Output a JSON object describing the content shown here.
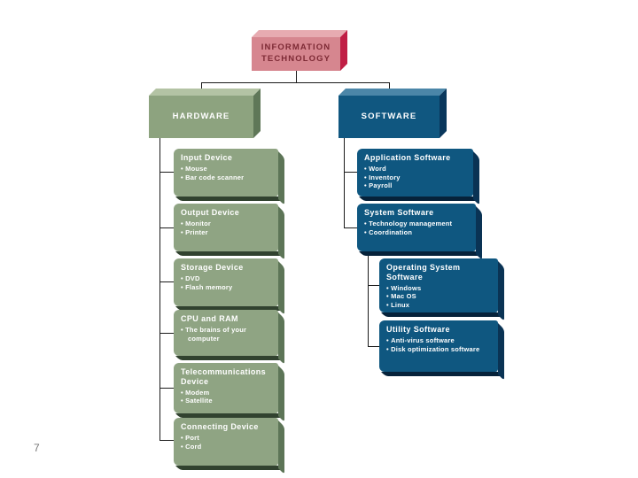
{
  "page_number": "7",
  "root": {
    "line1": "INFORMATION",
    "line2": "TECHNOLOGY"
  },
  "hardware": {
    "title": "HARDWARE",
    "children": [
      {
        "title": "Input Device",
        "bullets": [
          "Mouse",
          "Bar code scanner"
        ]
      },
      {
        "title": "Output Device",
        "bullets": [
          "Monitor",
          "Printer"
        ]
      },
      {
        "title": "Storage Device",
        "bullets": [
          "DVD",
          "Flash memory"
        ]
      },
      {
        "title": "CPU and RAM",
        "bullets": [
          "The brains of your computer"
        ]
      },
      {
        "title": "Telecommunications Device",
        "bullets": [
          "Modem",
          "Satellite"
        ]
      },
      {
        "title": "Connecting Device",
        "bullets": [
          "Port",
          "Cord"
        ]
      }
    ]
  },
  "software": {
    "title": "SOFTWARE",
    "children": [
      {
        "title": "Application Software",
        "bullets": [
          "Word",
          "Inventory",
          "Payroll"
        ]
      },
      {
        "title": "System Software",
        "bullets": [
          "Technology management",
          "Coordination"
        ]
      }
    ],
    "system_children": [
      {
        "title": "Operating System Software",
        "bullets": [
          "Windows",
          "Mac OS",
          "Linux"
        ]
      },
      {
        "title": "Utility Software",
        "bullets": [
          "Anti-virus software",
          "Disk optimization software"
        ]
      }
    ]
  },
  "colors": {
    "root_fill": "#d6868f",
    "root_side": "#c01e45",
    "root_top": "#e7abb1",
    "root_text": "#7d2a35",
    "hardware_fill": "#8da37f",
    "hardware_side": "#5f7758",
    "software_fill": "#105780",
    "software_side": "#09375c",
    "green_sub_fill": "#8fa483",
    "green_sub_side": "#5d7557",
    "blue_sub_fill": "#0f5780",
    "blue_sub_side": "#0a3354",
    "connector": "#1a1a1a",
    "text": "#ffffff"
  }
}
